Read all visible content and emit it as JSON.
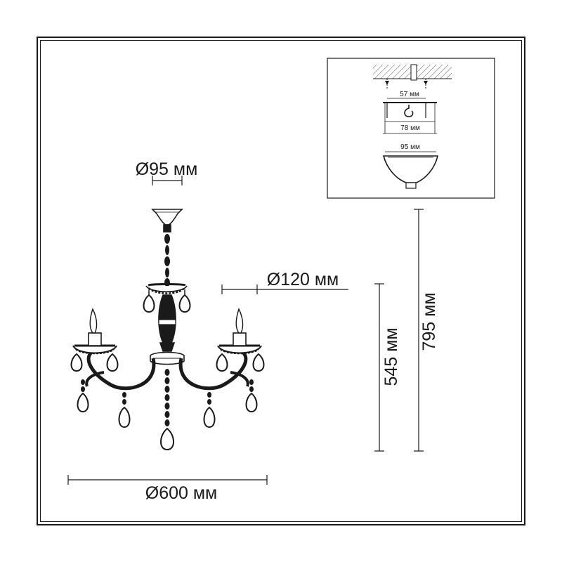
{
  "dimensions": {
    "canopy_diameter": "Ø95 мм",
    "bowl_diameter": "Ø120 мм",
    "overall_diameter": "Ø600 мм",
    "body_height": "545 мм",
    "total_height": "795 мм"
  },
  "detail": {
    "hook_width": "57 мм",
    "plate_width": "78 мм",
    "cup_width": "95 мм"
  },
  "colors": {
    "line": "#1a1a1a",
    "background": "#ffffff"
  }
}
